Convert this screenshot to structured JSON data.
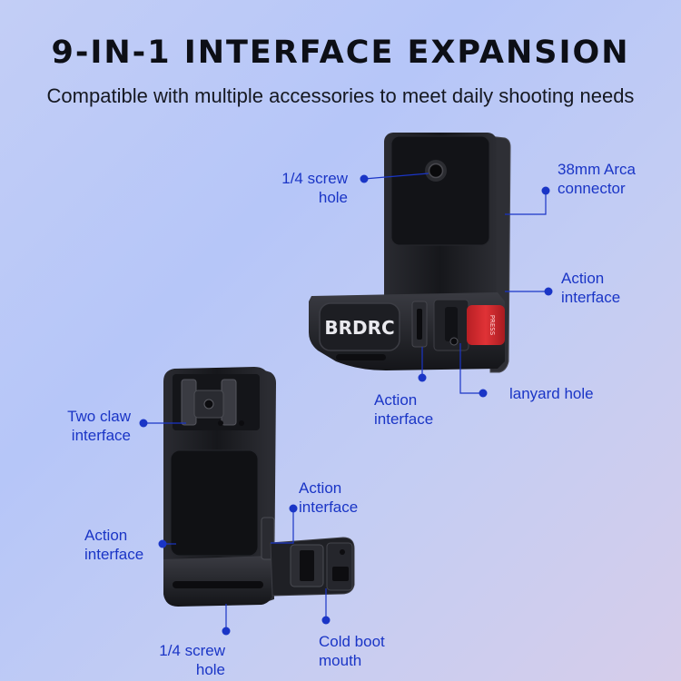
{
  "header": {
    "title": "9-IN-1 INTERFACE EXPANSION",
    "subtitle": "Compatible with multiple accessories to meet daily shooting needs"
  },
  "product": {
    "brand_text": "BRDRC",
    "button_text": "PRESS"
  },
  "callouts": {
    "screw_hole_top": {
      "line1": "1/4 screw",
      "line2": "hole"
    },
    "arca_connector": {
      "line1": "38mm Arca",
      "line2": "connector"
    },
    "action_interface_right": {
      "line1": "Action",
      "line2": "interface"
    },
    "lanyard_hole": {
      "line1": "lanyard hole"
    },
    "action_interface_bottom_right": {
      "line1": "Action",
      "line2": "interface"
    },
    "two_claw_interface": {
      "line1": "Two claw",
      "line2": "interface"
    },
    "action_interface_center": {
      "line1": "Action",
      "line2": "interface"
    },
    "action_interface_left": {
      "line1": "Action",
      "line2": "interface"
    },
    "screw_hole_bottom": {
      "line1": "1/4 screw",
      "line2": "hole"
    },
    "cold_boot_mouth": {
      "line1": "Cold boot",
      "line2": "mouth"
    }
  },
  "colors": {
    "callout_blue": "#1a35c6",
    "metal_dark": "#1c1d22",
    "press_red": "#d42a2e"
  }
}
